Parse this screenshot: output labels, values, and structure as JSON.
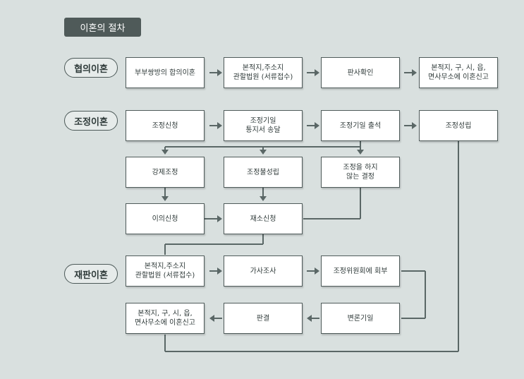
{
  "title": "이혼의 절차",
  "sections": {
    "mutual": {
      "label": "협의이혼",
      "steps": [
        "부부쌍방의 합의이혼",
        "본적지,주소지\n관할법원 (서류접수)",
        "판사확인",
        "본적지, 구, 시, 읍,\n면사무소에 이혼신고"
      ]
    },
    "mediation": {
      "label": "조정이혼",
      "steps": [
        "조정신청",
        "조정기일\n통지서 송달",
        "조정기일 출석",
        "조정성립"
      ],
      "outcomes": [
        "강제조정",
        "조정불성립",
        "조정을 하지\n않는 결정"
      ],
      "followups": [
        "이의신청",
        "재소신청"
      ]
    },
    "trial": {
      "label": "재판이혼",
      "steps": [
        "본적지,주소지\n관할법원 (서류접수)",
        "가사조사",
        "조정위원회에 회부",
        "변론기일",
        "판결",
        "본적지, 구, 시, 읍,\n면사무소에 이혼신고"
      ]
    }
  }
}
